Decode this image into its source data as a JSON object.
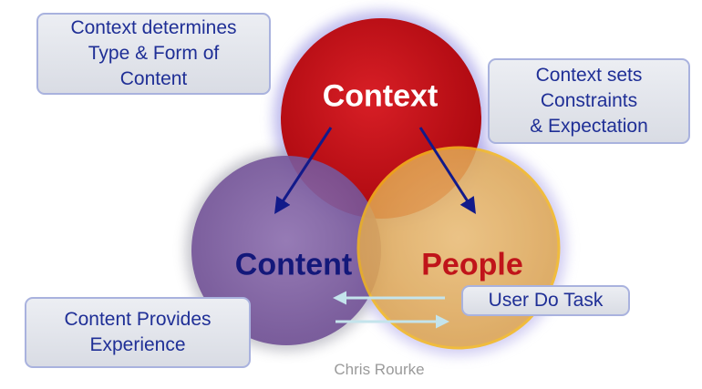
{
  "circles": {
    "context": {
      "label": "Context",
      "color": "#c4101a"
    },
    "content": {
      "label": "Content",
      "color": "#7d5aa0"
    },
    "people": {
      "label": "People",
      "color": "#e6ad52"
    }
  },
  "callouts": {
    "top_left": [
      "Context determines",
      "Type & Form of",
      "Content"
    ],
    "top_right": [
      "Context sets",
      "Constraints",
      "& Expectation"
    ],
    "bottom_left": [
      "Content Provides",
      "Experience"
    ],
    "user_task": [
      "User Do Task"
    ]
  },
  "credit": "Chris Rourke",
  "colors": {
    "callout_text": "#1f2f96",
    "callout_border": "#a9b2de",
    "arrow": "#121a8a",
    "exchange_arrow": "#c4e4ec"
  }
}
